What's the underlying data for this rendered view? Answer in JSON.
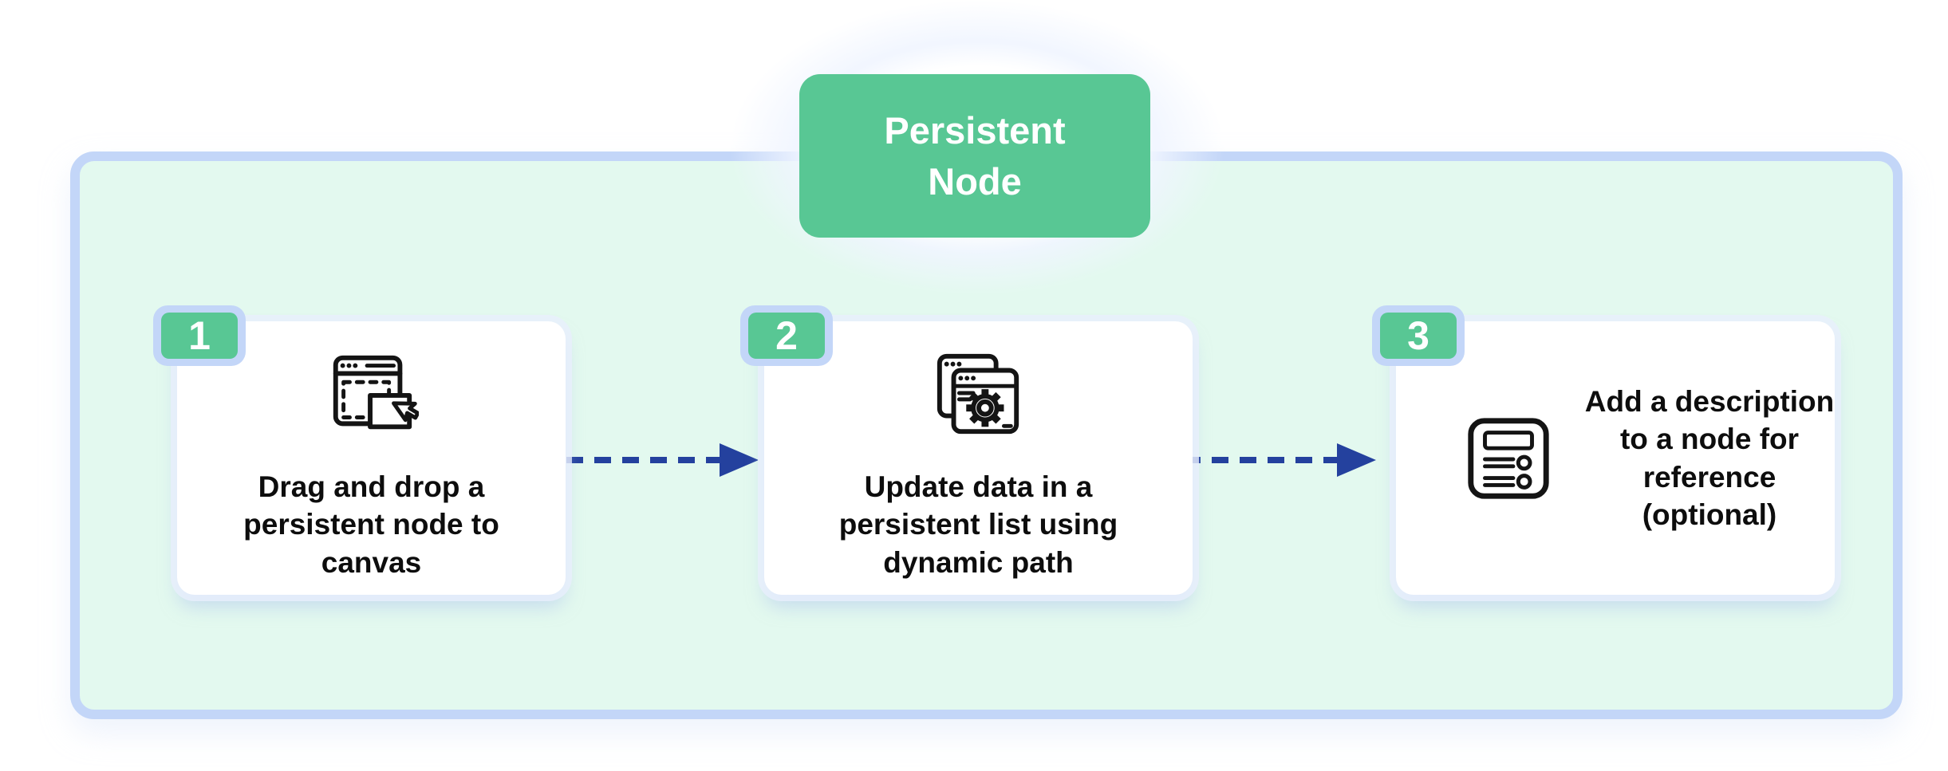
{
  "diagram": {
    "title": "Persistent Node",
    "steps": [
      {
        "number": "1",
        "label": "Drag and drop a persistent node to canvas",
        "icon": "drag-drop-window-icon"
      },
      {
        "number": "2",
        "label": "Update data in a persistent list using dynamic path",
        "icon": "window-settings-gear-icon"
      },
      {
        "number": "3",
        "label": "Add a description to a node for reference (optional)",
        "icon": "description-list-icon"
      }
    ],
    "colors": {
      "badge_green": "#58C794",
      "badge_blue": "#C3D6F8",
      "container_fill": "#E3F9EF",
      "container_border": "#C3D6F8",
      "arrow_navy": "#24419E",
      "card_background": "#FFFFFF",
      "text": "#0D0D0D",
      "title_text": "#FFFFFF"
    }
  }
}
